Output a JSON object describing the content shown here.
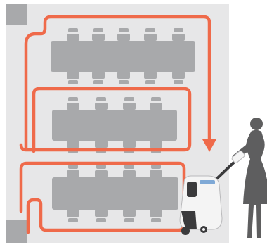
{
  "colors": {
    "floor": "#e7e7e8",
    "furniture": "#a8a9ab",
    "route": "#ef6a4a",
    "silhouette": "#5e5e5f",
    "robot_body": "#f4f4f4",
    "robot_dark": "#3a3a3c",
    "robot_accent": "#7fa9d6"
  },
  "icons": {
    "floor_plan": "office-floor-plan",
    "tables": "conference-table-with-chairs",
    "route": "cleaning-route-arrow",
    "robot": "cleaning-robot-icon",
    "person": "person-silhouette-icon"
  },
  "rows": [
    {
      "id": "top",
      "chairs_per_side": 5
    },
    {
      "id": "middle",
      "chairs_per_side": 4
    },
    {
      "id": "bottom",
      "chairs_per_side": 4
    }
  ]
}
